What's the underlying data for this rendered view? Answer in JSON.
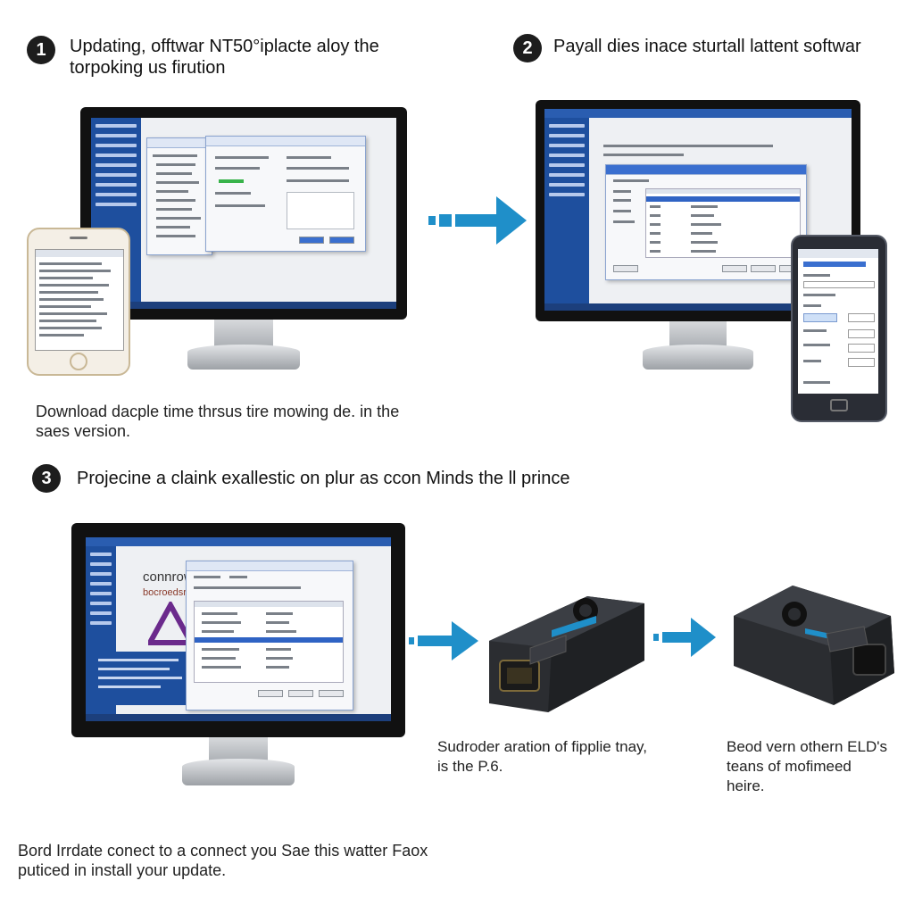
{
  "steps": [
    {
      "number": "1",
      "title": "Updating, offtwar NT50°iplacte aloy the",
      "title2": "torpoking us firution"
    },
    {
      "number": "2",
      "title": "Payall dies inace sturtall lattent softwar"
    },
    {
      "number": "3",
      "title": "Projecine a claink exallestic on plur as ccon Minds the ll prince"
    }
  ],
  "captions": {
    "step1_line1": "Download dacple time thrsus tire mowing de. in the",
    "step1_line2": "saes version.",
    "step3_mid_line1": "Sudroder aration of fipplie tnay,",
    "step3_mid_line2": "is the P.6.",
    "step3_right_line1": "Beod vern othern ELD's",
    "step3_right_line2": "teans of mofimeed",
    "step3_right_line3": "heire.",
    "footer_line1": "Bord Irrdate conect to a connect you Sae this watter Faox",
    "footer_line2": "puticed in install your update."
  },
  "screens": {
    "monitor3_heading": "connrowr",
    "monitor3_sub": "bocroedsr"
  },
  "colors": {
    "accent_blue": "#1f8fc9",
    "windows_blue": "#1e4f9e",
    "number_badge": "#1d1d1d"
  },
  "icons": [
    "arrow-right-icon",
    "obd-adapter-icon",
    "smartphone-icon",
    "monitor-icon"
  ]
}
